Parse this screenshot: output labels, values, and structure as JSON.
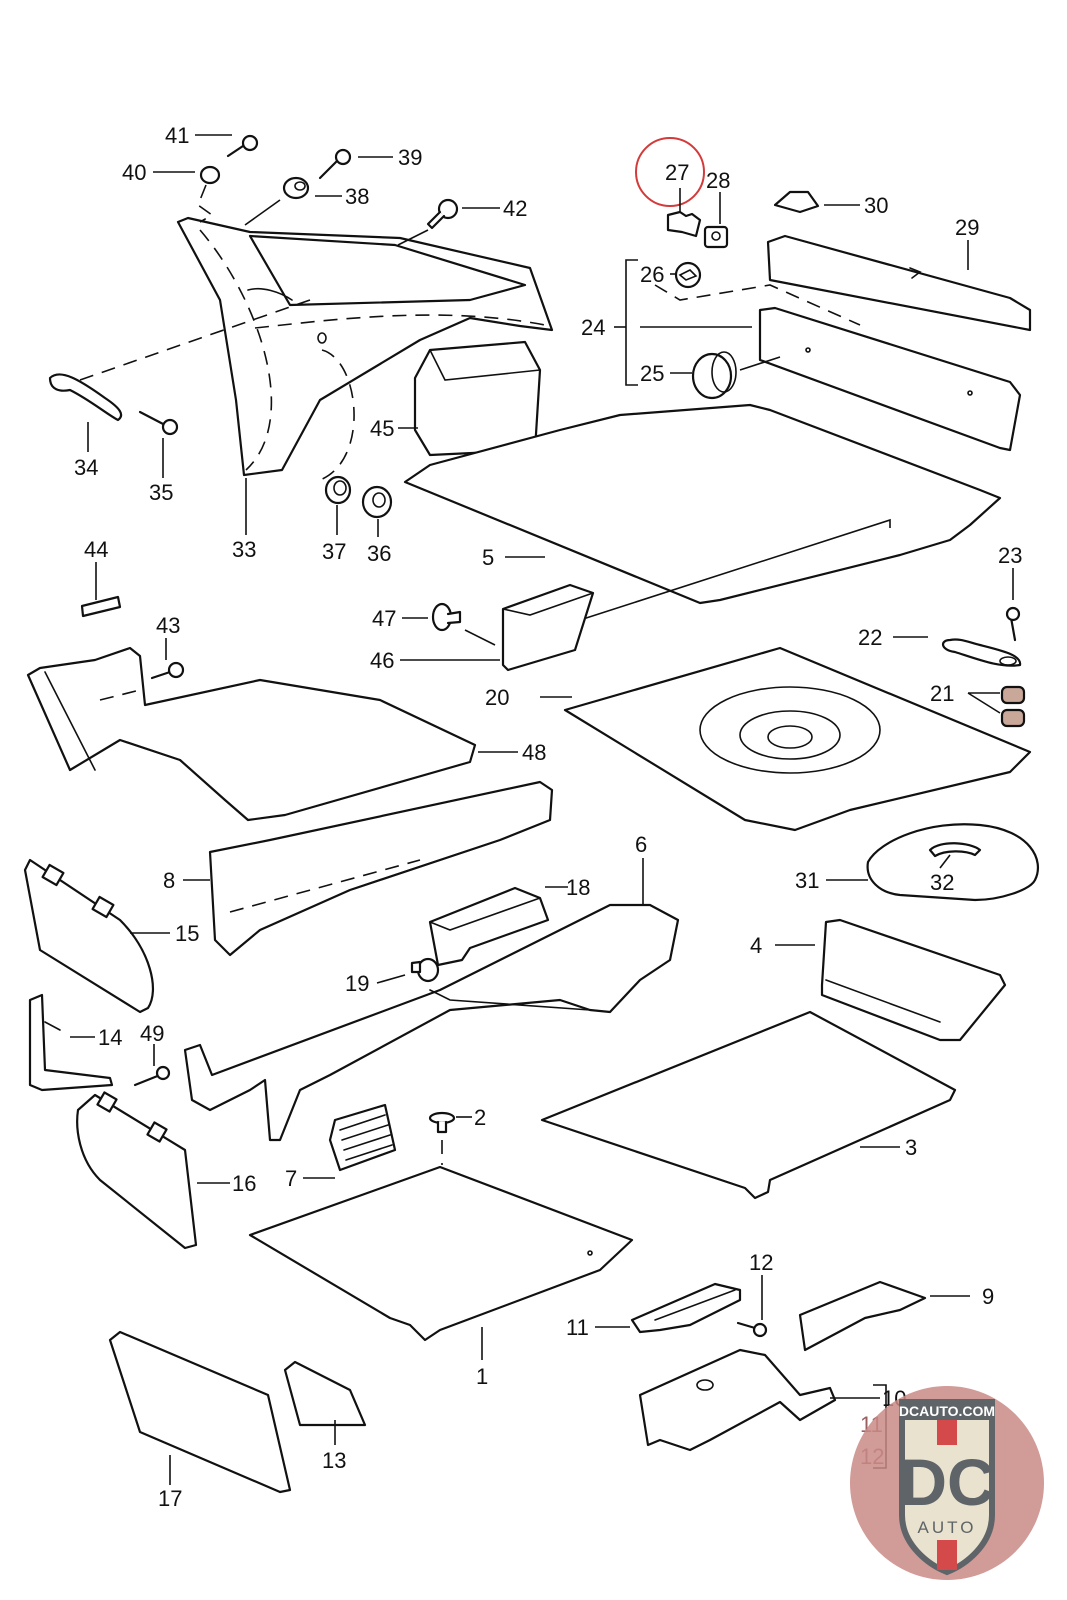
{
  "diagram": {
    "title": "Interior trim exploded parts diagram",
    "highlight_color": "#d33a3a",
    "highlighted_part": "27",
    "labels": {
      "p1": "1",
      "p2": "2",
      "p3": "3",
      "p4": "4",
      "p5": "5",
      "p6": "6",
      "p7": "7",
      "p8": "8",
      "p9": "9",
      "p10": "10",
      "p11a": "11",
      "p11b": "11",
      "p12a": "12",
      "p12b": "12",
      "p13": "13",
      "p14": "14",
      "p15": "15",
      "p16": "16",
      "p17": "17",
      "p18": "18",
      "p19": "19",
      "p20": "20",
      "p21": "21",
      "p22": "22",
      "p23": "23",
      "p24": "24",
      "p25": "25",
      "p26": "26",
      "p27": "27",
      "p28": "28",
      "p29": "29",
      "p30": "30",
      "p31": "31",
      "p32": "32",
      "p33": "33",
      "p34": "34",
      "p35": "35",
      "p36": "36",
      "p37": "37",
      "p38": "38",
      "p39": "39",
      "p40": "40",
      "p41": "41",
      "p42": "42",
      "p43": "43",
      "p44": "44",
      "p45": "45",
      "p46": "46",
      "p47": "47",
      "p48": "48",
      "p49": "49"
    }
  },
  "watermark": {
    "top_text": "DCAUTO.COM",
    "monogram": "DC",
    "bottom_text": "AUTO",
    "colors": {
      "badge_bg": "#c98a86",
      "shield_fill": "#e8e2cf",
      "shield_dark": "#5f6468",
      "stripe_red": "#d44a4a"
    }
  }
}
